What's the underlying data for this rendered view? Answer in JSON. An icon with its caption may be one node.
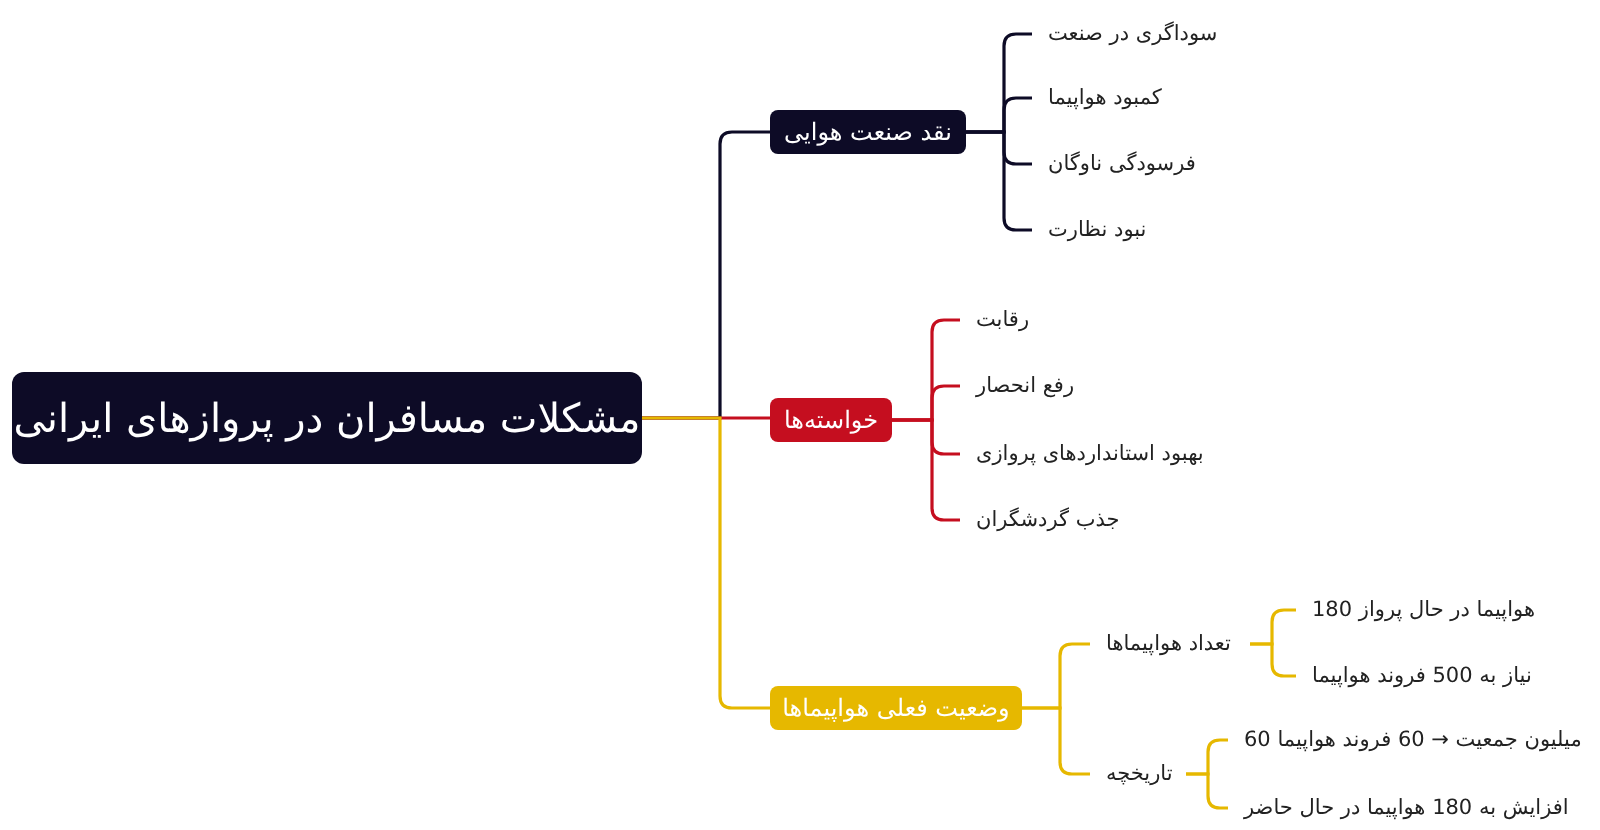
{
  "diagram": {
    "nodes": [
      {
        "text": [
          "مشکلات مسافران در پروازهای ایرانی"
        ]
      },
      {
        "text": [
          "نقد صنعت هوایی"
        ]
      },
      {
        "text": [
          "سوداگری در صنعت"
        ]
      },
      {
        "text": [
          "کمبود هواپیما"
        ]
      },
      {
        "text": [
          "فرسودگی ناوگان"
        ]
      },
      {
        "text": [
          "نبود نظارت"
        ]
      },
      {
        "text": [
          "خواسته‌ها"
        ]
      },
      {
        "text": [
          "رقابت"
        ]
      },
      {
        "text": [
          "رفع انحصار"
        ]
      },
      {
        "text": [
          "بهبود استانداردهای پروازی"
        ]
      },
      {
        "text": [
          "جذب گردشگران"
        ]
      },
      {
        "text": [
          "وضعیت فعلی هواپیماها"
        ]
      },
      {
        "text": [
          "تعداد هواپیماها"
        ]
      },
      {
        "text": [
          "هواپیما در حال پرواز 180"
        ]
      },
      {
        "text": [
          "نیاز به 500 فروند هواپیما"
        ]
      },
      {
        "text": [
          "تاریخچه"
        ]
      },
      {
        "text": [
          "میلیون جمعیت → 60 فروند هواپیما 60"
        ]
      },
      {
        "text": [
          "افزایش به 180 هواپیما در حال حاضر"
        ]
      }
    ],
    "edges": [
      {
        "from": 0,
        "to": 1,
        "arrow": "none",
        "color": "#0d0b26"
      },
      {
        "from": 0,
        "to": 6,
        "arrow": "none",
        "color": "#c50e1f"
      },
      {
        "from": 0,
        "to": 11,
        "arrow": "none",
        "color": "#e6b800"
      },
      {
        "from": 1,
        "to": 2,
        "arrow": "none",
        "color": "#0d0b26"
      },
      {
        "from": 1,
        "to": 3,
        "arrow": "none",
        "color": "#0d0b26"
      },
      {
        "from": 1,
        "to": 4,
        "arrow": "none",
        "color": "#0d0b26"
      },
      {
        "from": 1,
        "to": 5,
        "arrow": "none",
        "color": "#0d0b26"
      },
      {
        "from": 6,
        "to": 7,
        "arrow": "none",
        "color": "#c50e1f"
      },
      {
        "from": 6,
        "to": 8,
        "arrow": "none",
        "color": "#c50e1f"
      },
      {
        "from": 6,
        "to": 9,
        "arrow": "none",
        "color": "#c50e1f"
      },
      {
        "from": 6,
        "to": 10,
        "arrow": "none",
        "color": "#c50e1f"
      },
      {
        "from": 11,
        "to": 12,
        "arrow": "none",
        "color": "#e6b800"
      },
      {
        "from": 11,
        "to": 15,
        "arrow": "none",
        "color": "#e6b800"
      },
      {
        "from": 12,
        "to": 13,
        "arrow": "none",
        "color": "#e6b800"
      },
      {
        "from": 12,
        "to": 14,
        "arrow": "none",
        "color": "#e6b800"
      },
      {
        "from": 15,
        "to": 16,
        "arrow": "none",
        "color": "#e6b800"
      },
      {
        "from": 15,
        "to": 17,
        "arrow": "none",
        "color": "#e6b800"
      }
    ]
  }
}
